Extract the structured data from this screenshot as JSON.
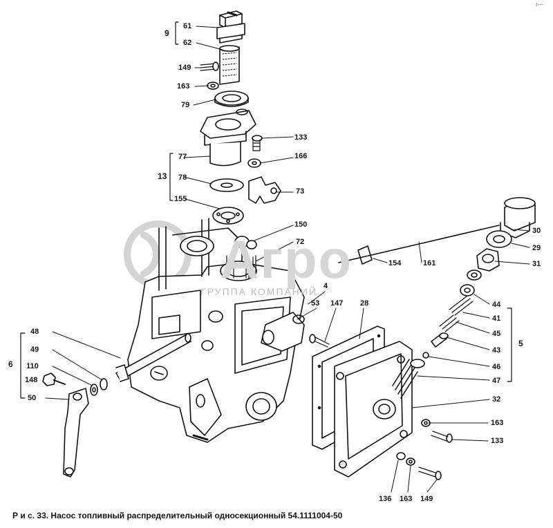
{
  "labels": {
    "l61": "61",
    "l62": "62",
    "g9": "9",
    "l149a": "149",
    "l163a": "163",
    "l79": "79",
    "l133a": "133",
    "l166": "166",
    "l77": "77",
    "g13": "13",
    "l78": "78",
    "l73": "73",
    "l155": "155",
    "l150": "150",
    "l72": "72",
    "l30": "30",
    "l29": "29",
    "l31": "31",
    "l154": "154",
    "l161": "161",
    "l4": "4",
    "l53": "53",
    "l147": "147",
    "l28": "28",
    "l44": "44",
    "l41": "41",
    "l45": "45",
    "l43": "43",
    "g5": "5",
    "l46": "46",
    "l47": "47",
    "l32": "32",
    "l48": "48",
    "l49": "49",
    "g6": "6",
    "l110": "110",
    "l148": "148",
    "l50": "50",
    "l163b": "163",
    "l133b": "133",
    "l136": "136",
    "l163c": "163",
    "l149b": "149"
  },
  "watermark": {
    "brand": "Агро",
    "sub": "ГРУППА КОМПАНИЙ"
  },
  "caption": "Р и с. 33.  Насос топливный распределительный односекционный 54.1111004-50",
  "corner_mark": "г—"
}
